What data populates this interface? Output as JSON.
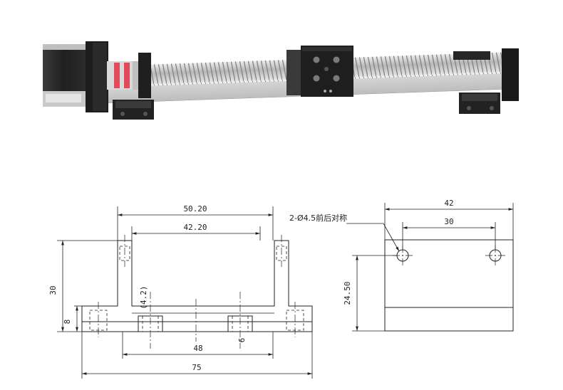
{
  "photo": {
    "description_label": ""
  },
  "front_view": {
    "dims": {
      "outer_top": "50.20",
      "inner_top": "42.20",
      "height": "30",
      "base_height": "8",
      "hole_offset": "(4.2)",
      "hole_spacing": "48",
      "total_width": "75",
      "slot": "6"
    }
  },
  "side_view": {
    "dims": {
      "width": "42",
      "hole_spacing": "30",
      "height": "24.50"
    },
    "hole_note": "2-Ø4.5前后对称"
  }
}
